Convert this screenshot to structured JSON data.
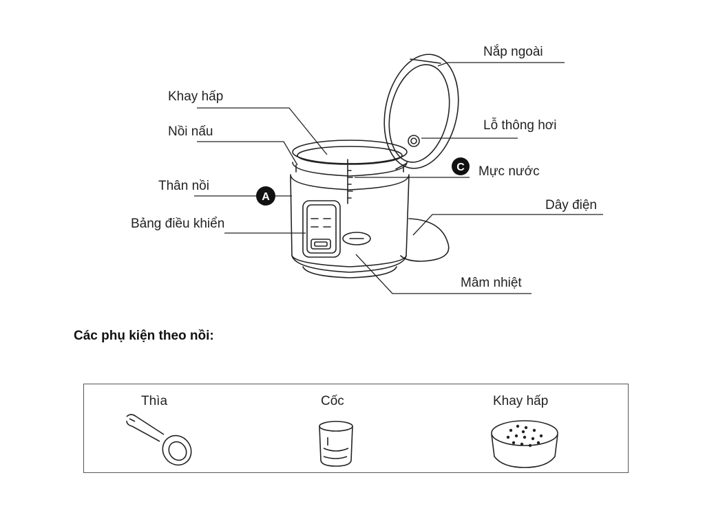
{
  "parts": {
    "outer_lid": "Nắp ngoài",
    "steam_tray": "Khay hấp",
    "vent_hole": "Lỗ thông hơi",
    "inner_pot": "Nồi nấu",
    "water_level": "Mực nước",
    "body": "Thân nồi",
    "power_cord": "Dây điện",
    "control_panel": "Bảng điều khiển",
    "heating_plate": "Mâm nhiệt"
  },
  "badges": {
    "a": "A",
    "c": "C"
  },
  "accessories": {
    "heading": "Các phụ kiện theo nồi:",
    "items": [
      {
        "label": "Thìa",
        "icon": "rice-spoon-icon"
      },
      {
        "label": "Cốc",
        "icon": "measuring-cup-icon"
      },
      {
        "label": "Khay hấp",
        "icon": "steam-tray-icon"
      }
    ]
  },
  "colors": {
    "line": "#222222",
    "badge_fill": "#111111",
    "badge_text": "#ffffff"
  }
}
